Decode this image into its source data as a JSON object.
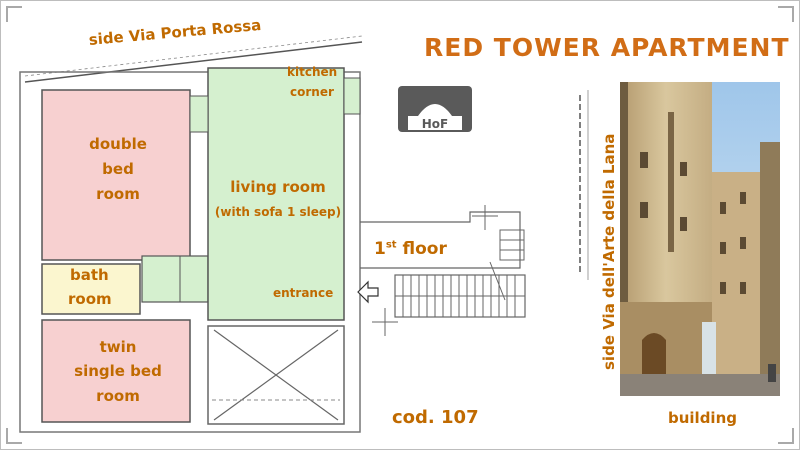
{
  "title": "RED TOWER APARTMENT",
  "streets": {
    "top": "side Via Porta Rossa",
    "side": "side Via dell'Arte della Lana"
  },
  "rooms": {
    "double": [
      "double",
      "bed",
      "room"
    ],
    "bath": [
      "bath",
      "room"
    ],
    "twin": [
      "twin",
      "single bed",
      "room"
    ],
    "living": [
      "living room",
      "(with sofa 1 sleep)"
    ],
    "kitchen": [
      "kitchen",
      "corner"
    ],
    "entrance": "entrance"
  },
  "floor": {
    "number": "1",
    "suffix": "st",
    "label": "floor"
  },
  "code": "cod. 107",
  "logo": {
    "text": "HoF"
  },
  "photo_caption": "building",
  "colors": {
    "text": "#c06a00",
    "title": "#d16d16",
    "room_pink": "#f7d0d0",
    "room_green": "#d5f0cf",
    "room_yellow": "#fbf6cf",
    "wall": "#555555"
  }
}
